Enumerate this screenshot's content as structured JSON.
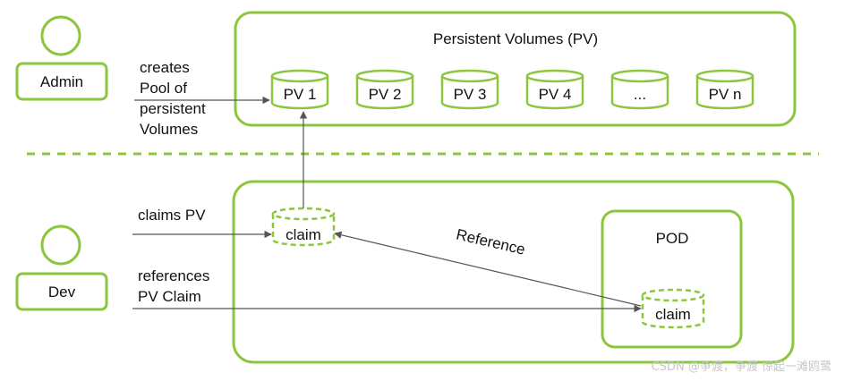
{
  "actors": {
    "admin": {
      "label": "Admin",
      "action_lines": [
        "creates",
        "Pool of",
        "persistent",
        "Volumes"
      ]
    },
    "dev": {
      "label": "Dev",
      "claim_action": "claims PV",
      "reference_lines": [
        "references",
        "PV Claim"
      ]
    }
  },
  "pv_panel": {
    "title": "Persistent Volumes (PV)",
    "volumes": [
      "PV 1",
      "PV 2",
      "PV 3",
      "PV 4",
      "...",
      "PV n"
    ]
  },
  "dev_panel": {
    "claim_label": "claim",
    "reference_label": "Reference",
    "pod": {
      "title": "POD",
      "claim_label": "claim"
    }
  },
  "watermark": "CSDN @争渡，争渡 惊起一滩鸥鹭",
  "colors": {
    "accent": "#8cc63f",
    "accent_dark": "#6fa82e",
    "line": "#555555"
  }
}
